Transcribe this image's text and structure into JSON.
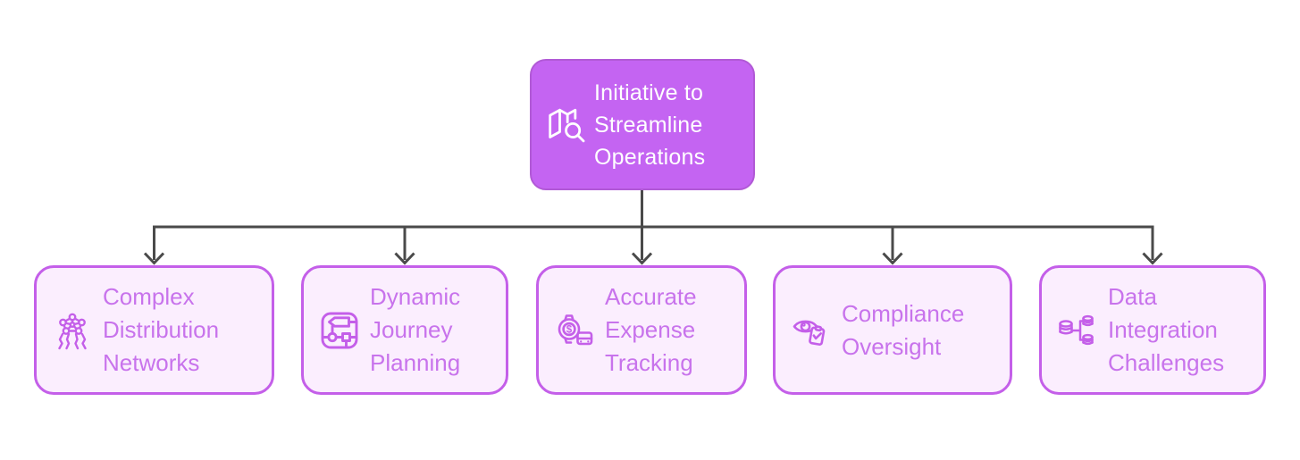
{
  "colors": {
    "background": "#ffffff",
    "root_fill": "#c464f2",
    "root_border": "#b159d6",
    "root_text": "#ffffff",
    "child_fill": "#fbeefe",
    "child_border": "#c45fe9",
    "child_text": "#c873ec",
    "connector": "#4a4a4a"
  },
  "root": {
    "label": "Initiative to Streamline Operations",
    "icon": "map-search-icon"
  },
  "children": [
    {
      "label": "Complex Distribution Networks",
      "icon": "distribution-network-icon"
    },
    {
      "label": "Dynamic Journey Planning",
      "icon": "journey-route-icon"
    },
    {
      "label": "Accurate Expense Tracking",
      "icon": "expense-watch-icon"
    },
    {
      "label": "Compliance Oversight",
      "icon": "compliance-eye-icon"
    },
    {
      "label": "Data Integration Challenges",
      "icon": "data-integration-icon"
    }
  ]
}
